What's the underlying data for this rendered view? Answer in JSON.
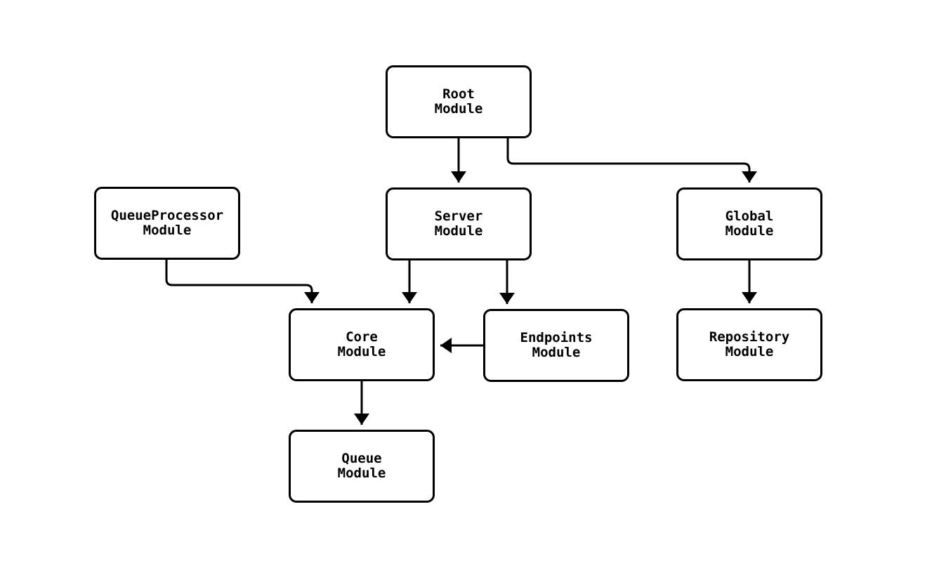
{
  "diagram": {
    "type": "module-dependency-graph",
    "background_color": "#ffffff",
    "node_border_color": "#000000",
    "node_fill_color": "#ffffff",
    "edge_color": "#000000",
    "text_color": "#000000",
    "nodes": {
      "root": {
        "line1": "Root",
        "line2": "Module"
      },
      "queue_processor": {
        "line1": "QueueProcessor",
        "line2": "Module"
      },
      "server": {
        "line1": "Server",
        "line2": "Module"
      },
      "global": {
        "line1": "Global",
        "line2": "Module"
      },
      "core": {
        "line1": "Core",
        "line2": "Module"
      },
      "endpoints": {
        "line1": "Endpoints",
        "line2": "Module"
      },
      "repository": {
        "line1": "Repository",
        "line2": "Module"
      },
      "queue": {
        "line1": "Queue",
        "line2": "Module"
      }
    },
    "edges": [
      {
        "from": "Root Module",
        "to": "Server Module"
      },
      {
        "from": "Root Module",
        "to": "Global Module"
      },
      {
        "from": "QueueProcessor Module",
        "to": "Core Module"
      },
      {
        "from": "Server Module",
        "to": "Core Module"
      },
      {
        "from": "Server Module",
        "to": "Endpoints Module"
      },
      {
        "from": "Endpoints Module",
        "to": "Core Module"
      },
      {
        "from": "Global Module",
        "to": "Repository Module"
      },
      {
        "from": "Core Module",
        "to": "Queue Module"
      }
    ]
  }
}
